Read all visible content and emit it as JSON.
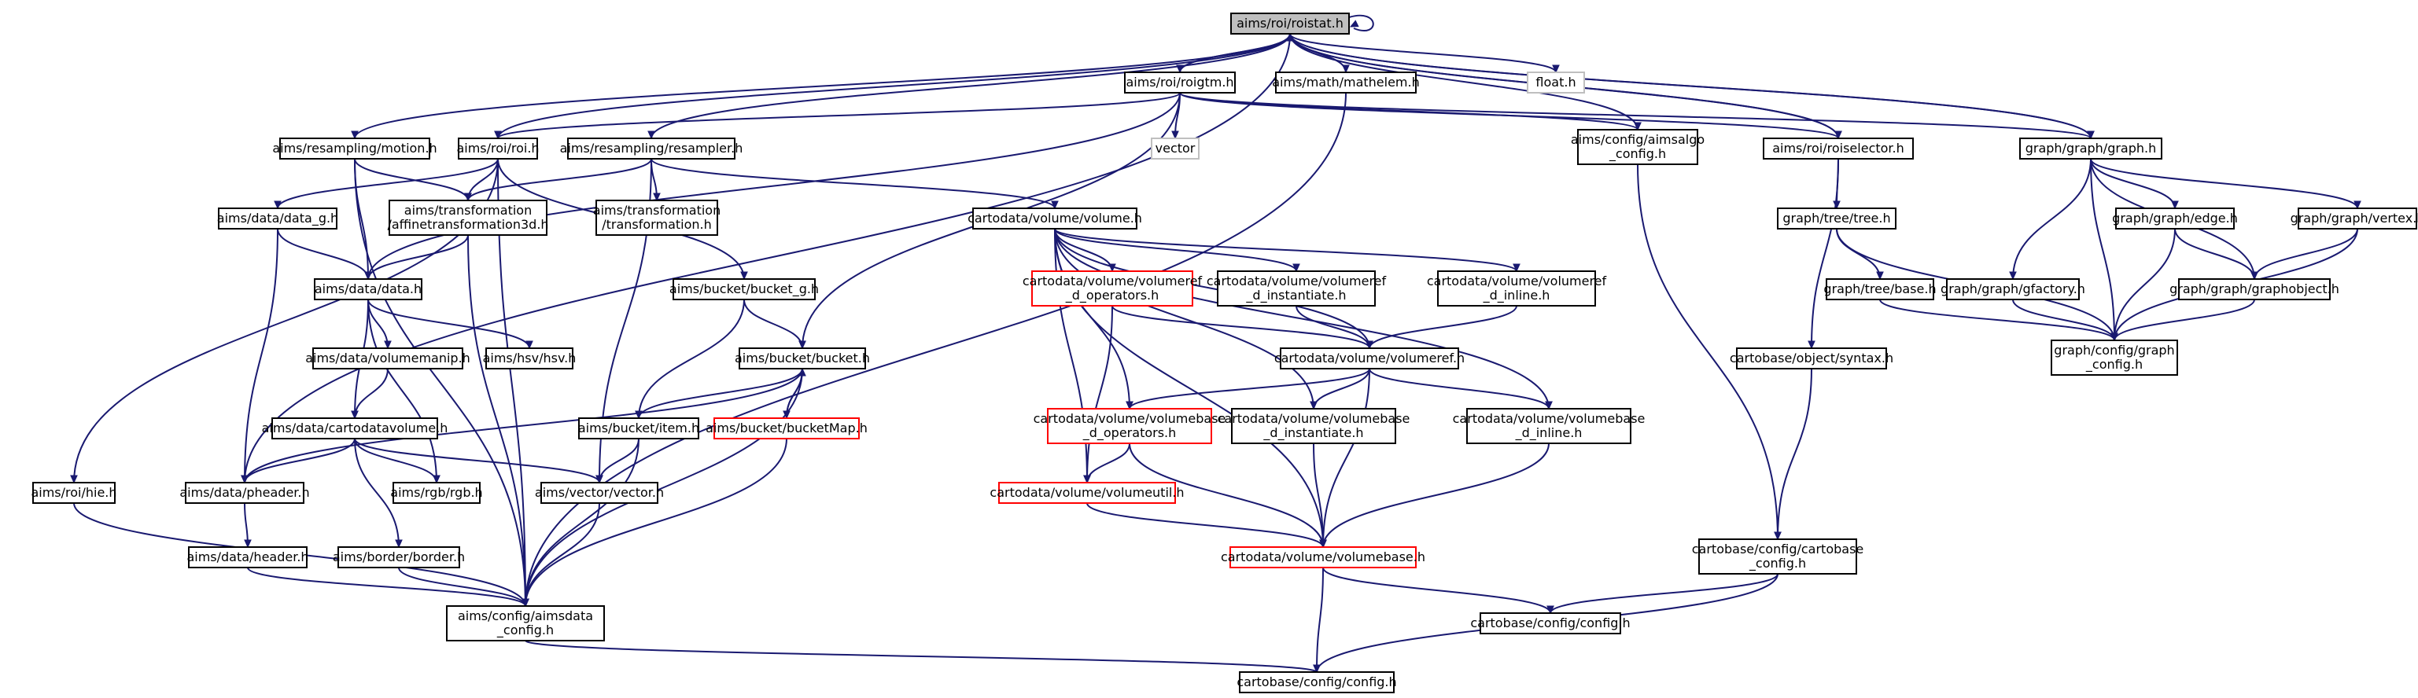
{
  "colors": {
    "edge": "#191970",
    "red_border": "#ff0000",
    "grey_border": "#bfbfbf",
    "root_fill": "#bfbfbf"
  },
  "nodes": [
    {
      "id": "roistat",
      "lines": [
        "aims/roi/roistat.h"
      ],
      "style": "root"
    },
    {
      "id": "roigtm",
      "lines": [
        "aims/roi/roigtm.h"
      ]
    },
    {
      "id": "mathelem",
      "lines": [
        "aims/math/mathelem.h"
      ]
    },
    {
      "id": "floath",
      "lines": [
        "float.h"
      ],
      "style": "grey"
    },
    {
      "id": "motion",
      "lines": [
        "aims/resampling/motion.h"
      ]
    },
    {
      "id": "roih",
      "lines": [
        "aims/roi/roi.h"
      ]
    },
    {
      "id": "resampler",
      "lines": [
        "aims/resampling/resampler.h"
      ]
    },
    {
      "id": "vectorstd",
      "lines": [
        "vector"
      ],
      "style": "grey"
    },
    {
      "id": "aimsalgo",
      "lines": [
        "aims/config/aimsalgo",
        "_config.h"
      ]
    },
    {
      "id": "roiselector",
      "lines": [
        "aims/roi/roiselector.h"
      ]
    },
    {
      "id": "graphh",
      "lines": [
        "graph/graph/graph.h"
      ]
    },
    {
      "id": "data_g",
      "lines": [
        "aims/data/data_g.h"
      ]
    },
    {
      "id": "affine",
      "lines": [
        "aims/transformation",
        "/affinetransformation3d.h"
      ]
    },
    {
      "id": "transformation",
      "lines": [
        "aims/transformation",
        "/transformation.h"
      ]
    },
    {
      "id": "volumeh",
      "lines": [
        "cartodata/volume/volume.h"
      ]
    },
    {
      "id": "treeh",
      "lines": [
        "graph/tree/tree.h"
      ]
    },
    {
      "id": "edgeh",
      "lines": [
        "graph/graph/edge.h"
      ]
    },
    {
      "id": "vertexh",
      "lines": [
        "graph/graph/vertex.h"
      ]
    },
    {
      "id": "datah",
      "lines": [
        "aims/data/data.h"
      ]
    },
    {
      "id": "bucket_g",
      "lines": [
        "aims/bucket/bucket_g.h"
      ]
    },
    {
      "id": "volref_ops",
      "lines": [
        "cartodata/volume/volumeref",
        "_d_operators.h"
      ],
      "style": "red"
    },
    {
      "id": "volref_inst",
      "lines": [
        "cartodata/volume/volumeref",
        "_d_instantiate.h"
      ]
    },
    {
      "id": "volref_inline",
      "lines": [
        "cartodata/volume/volumeref",
        "_d_inline.h"
      ]
    },
    {
      "id": "baseh",
      "lines": [
        "graph/tree/base.h"
      ]
    },
    {
      "id": "gfactory",
      "lines": [
        "graph/graph/gfactory.h"
      ]
    },
    {
      "id": "graphobject",
      "lines": [
        "graph/graph/graphobject.h"
      ]
    },
    {
      "id": "volmanip",
      "lines": [
        "aims/data/volumemanip.h"
      ]
    },
    {
      "id": "hsv",
      "lines": [
        "aims/hsv/hsv.h"
      ]
    },
    {
      "id": "bucketh",
      "lines": [
        "aims/bucket/bucket.h"
      ]
    },
    {
      "id": "volumeref",
      "lines": [
        "cartodata/volume/volumeref.h"
      ]
    },
    {
      "id": "syntax",
      "lines": [
        "cartobase/object/syntax.h"
      ]
    },
    {
      "id": "graph_config",
      "lines": [
        "graph/config/graph",
        "_config.h"
      ]
    },
    {
      "id": "cartodatavolume",
      "lines": [
        "aims/data/cartodatavolume.h"
      ]
    },
    {
      "id": "itemh",
      "lines": [
        "aims/bucket/item.h"
      ]
    },
    {
      "id": "bucketmap",
      "lines": [
        "aims/bucket/bucketMap.h"
      ],
      "style": "red"
    },
    {
      "id": "volbase_ops",
      "lines": [
        "cartodata/volume/volumebase",
        "_d_operators.h"
      ],
      "style": "red"
    },
    {
      "id": "volbase_inst",
      "lines": [
        "cartodata/volume/volumebase",
        "_d_instantiate.h"
      ]
    },
    {
      "id": "volbase_inline",
      "lines": [
        "cartodata/volume/volumebase",
        "_d_inline.h"
      ]
    },
    {
      "id": "hieh",
      "lines": [
        "aims/roi/hie.h"
      ]
    },
    {
      "id": "pheader",
      "lines": [
        "aims/data/pheader.h"
      ]
    },
    {
      "id": "rgbh",
      "lines": [
        "aims/rgb/rgb.h"
      ]
    },
    {
      "id": "vectorh",
      "lines": [
        "aims/vector/vector.h"
      ]
    },
    {
      "id": "volutil",
      "lines": [
        "cartodata/volume/volumeutil.h"
      ],
      "style": "red"
    },
    {
      "id": "headerh",
      "lines": [
        "aims/data/header.h"
      ]
    },
    {
      "id": "borderh",
      "lines": [
        "aims/border/border.h"
      ]
    },
    {
      "id": "volumebase",
      "lines": [
        "cartodata/volume/volumebase.h"
      ],
      "style": "red"
    },
    {
      "id": "cartobase_config",
      "lines": [
        "cartobase/config/cartobase",
        "_config.h"
      ]
    },
    {
      "id": "aimsdata_config",
      "lines": [
        "aims/config/aimsdata",
        "_config.h"
      ]
    },
    {
      "id": "cb_config_h",
      "lines": [
        "cartobase/config/config.h"
      ]
    },
    {
      "id": "config_h",
      "lines": [
        "cartobase/config/config.h"
      ]
    }
  ],
  "edges": [
    [
      "roistat",
      "roistat"
    ],
    [
      "roistat",
      "roigtm"
    ],
    [
      "roistat",
      "mathelem"
    ],
    [
      "roistat",
      "floath"
    ],
    [
      "roistat",
      "motion"
    ],
    [
      "roistat",
      "roih"
    ],
    [
      "roistat",
      "resampler"
    ],
    [
      "roistat",
      "aimsalgo"
    ],
    [
      "roistat",
      "roiselector"
    ],
    [
      "roistat",
      "graphh"
    ],
    [
      "roistat",
      "pheader"
    ],
    [
      "roigtm",
      "roih"
    ],
    [
      "roigtm",
      "vectorstd"
    ],
    [
      "roigtm",
      "aimsalgo"
    ],
    [
      "roigtm",
      "roiselector"
    ],
    [
      "roigtm",
      "graphh"
    ],
    [
      "roigtm",
      "datah"
    ],
    [
      "roigtm",
      "bucketh"
    ],
    [
      "roigtm",
      "roistat"
    ],
    [
      "mathelem",
      "aimsdata_config"
    ],
    [
      "motion",
      "affine"
    ],
    [
      "motion",
      "datah"
    ],
    [
      "motion",
      "aimsdata_config"
    ],
    [
      "roih",
      "data_g"
    ],
    [
      "roih",
      "affine"
    ],
    [
      "roih",
      "bucket_g"
    ],
    [
      "roih",
      "hieh"
    ],
    [
      "roih",
      "aimsdata_config"
    ],
    [
      "resampler",
      "affine"
    ],
    [
      "resampler",
      "transformation"
    ],
    [
      "resampler",
      "volumeh"
    ],
    [
      "resampler",
      "vectorh"
    ],
    [
      "aimsalgo",
      "cartobase_config"
    ],
    [
      "roiselector",
      "treeh"
    ],
    [
      "roiselector",
      "syntax"
    ],
    [
      "roiselector",
      "roistat"
    ],
    [
      "graphh",
      "edgeh"
    ],
    [
      "graphh",
      "vertexh"
    ],
    [
      "graphh",
      "gfactory"
    ],
    [
      "graphh",
      "graphobject"
    ],
    [
      "graphh",
      "graph_config"
    ],
    [
      "graphh",
      "roistat"
    ],
    [
      "data_g",
      "datah"
    ],
    [
      "data_g",
      "pheader"
    ],
    [
      "affine",
      "datah"
    ],
    [
      "affine",
      "aimsdata_config"
    ],
    [
      "volumeh",
      "volref_ops"
    ],
    [
      "volumeh",
      "volref_inst"
    ],
    [
      "volumeh",
      "volref_inline"
    ],
    [
      "volumeh",
      "volumeref"
    ],
    [
      "volumeh",
      "volbase_ops"
    ],
    [
      "volumeh",
      "volbase_inst"
    ],
    [
      "volumeh",
      "volbase_inline"
    ],
    [
      "volumeh",
      "volutil"
    ],
    [
      "volumeh",
      "volumebase"
    ],
    [
      "treeh",
      "baseh"
    ],
    [
      "treeh",
      "graph_config"
    ],
    [
      "edgeh",
      "graphobject"
    ],
    [
      "edgeh",
      "graph_config"
    ],
    [
      "vertexh",
      "graphobject"
    ],
    [
      "vertexh",
      "graph_config"
    ],
    [
      "datah",
      "volmanip"
    ],
    [
      "datah",
      "hsv"
    ],
    [
      "datah",
      "cartodatavolume"
    ],
    [
      "datah",
      "rgbh"
    ],
    [
      "bucket_g",
      "bucketh"
    ],
    [
      "bucket_g",
      "itemh"
    ],
    [
      "volref_ops",
      "volumeref"
    ],
    [
      "volref_ops",
      "volutil"
    ],
    [
      "volref_inst",
      "volumeref"
    ],
    [
      "volref_inline",
      "volumeref"
    ],
    [
      "baseh",
      "graph_config"
    ],
    [
      "gfactory",
      "graph_config"
    ],
    [
      "graphobject",
      "graph_config"
    ],
    [
      "volmanip",
      "cartodatavolume"
    ],
    [
      "bucketh",
      "itemh"
    ],
    [
      "bucketh",
      "bucketmap"
    ],
    [
      "bucketh",
      "pheader"
    ],
    [
      "bucketh",
      "aimsdata_config"
    ],
    [
      "volumeref",
      "volbase_ops"
    ],
    [
      "volumeref",
      "volbase_inst"
    ],
    [
      "volumeref",
      "volbase_inline"
    ],
    [
      "volumeref",
      "volumebase"
    ],
    [
      "syntax",
      "cartobase_config"
    ],
    [
      "cartodatavolume",
      "pheader"
    ],
    [
      "cartodatavolume",
      "rgbh"
    ],
    [
      "cartodatavolume",
      "vectorh"
    ],
    [
      "cartodatavolume",
      "borderh"
    ],
    [
      "itemh",
      "vectorh"
    ],
    [
      "itemh",
      "aimsdata_config"
    ],
    [
      "bucketmap",
      "bucketh"
    ],
    [
      "bucketmap",
      "aimsdata_config"
    ],
    [
      "volbase_ops",
      "volutil"
    ],
    [
      "volbase_ops",
      "volumebase"
    ],
    [
      "volbase_inst",
      "volumebase"
    ],
    [
      "volbase_inline",
      "volumebase"
    ],
    [
      "hieh",
      "aimsdata_config"
    ],
    [
      "pheader",
      "headerh"
    ],
    [
      "vectorh",
      "aimsdata_config"
    ],
    [
      "volutil",
      "volumebase"
    ],
    [
      "headerh",
      "aimsdata_config"
    ],
    [
      "borderh",
      "aimsdata_config"
    ],
    [
      "volumebase",
      "cb_config_h"
    ],
    [
      "volumebase",
      "config_h"
    ],
    [
      "cartobase_config",
      "cb_config_h"
    ],
    [
      "cartobase_config",
      "config_h"
    ],
    [
      "aimsdata_config",
      "config_h"
    ]
  ]
}
